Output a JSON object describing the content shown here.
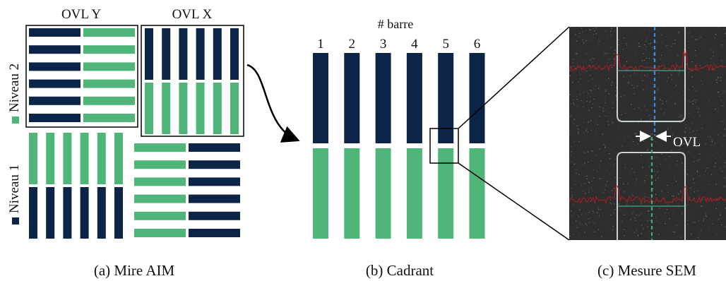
{
  "colors": {
    "navy": "#0b2448",
    "green": "#4fb578",
    "sem_bg": "#2e2e2e"
  },
  "panel_a": {
    "caption": "(a) Mire AIM",
    "label_ovl_y": "OVL Y",
    "label_ovl_x": "OVL X",
    "legend_level2": "Niveau 2",
    "legend_level1": "Niveau 1"
  },
  "panel_b": {
    "caption": "(b) Cadrant",
    "axis_title": "# barre",
    "bar_numbers": [
      "1",
      "2",
      "3",
      "4",
      "5",
      "6"
    ]
  },
  "panel_c": {
    "caption": "(c) Mesure SEM",
    "ovl_label": "OVL"
  }
}
